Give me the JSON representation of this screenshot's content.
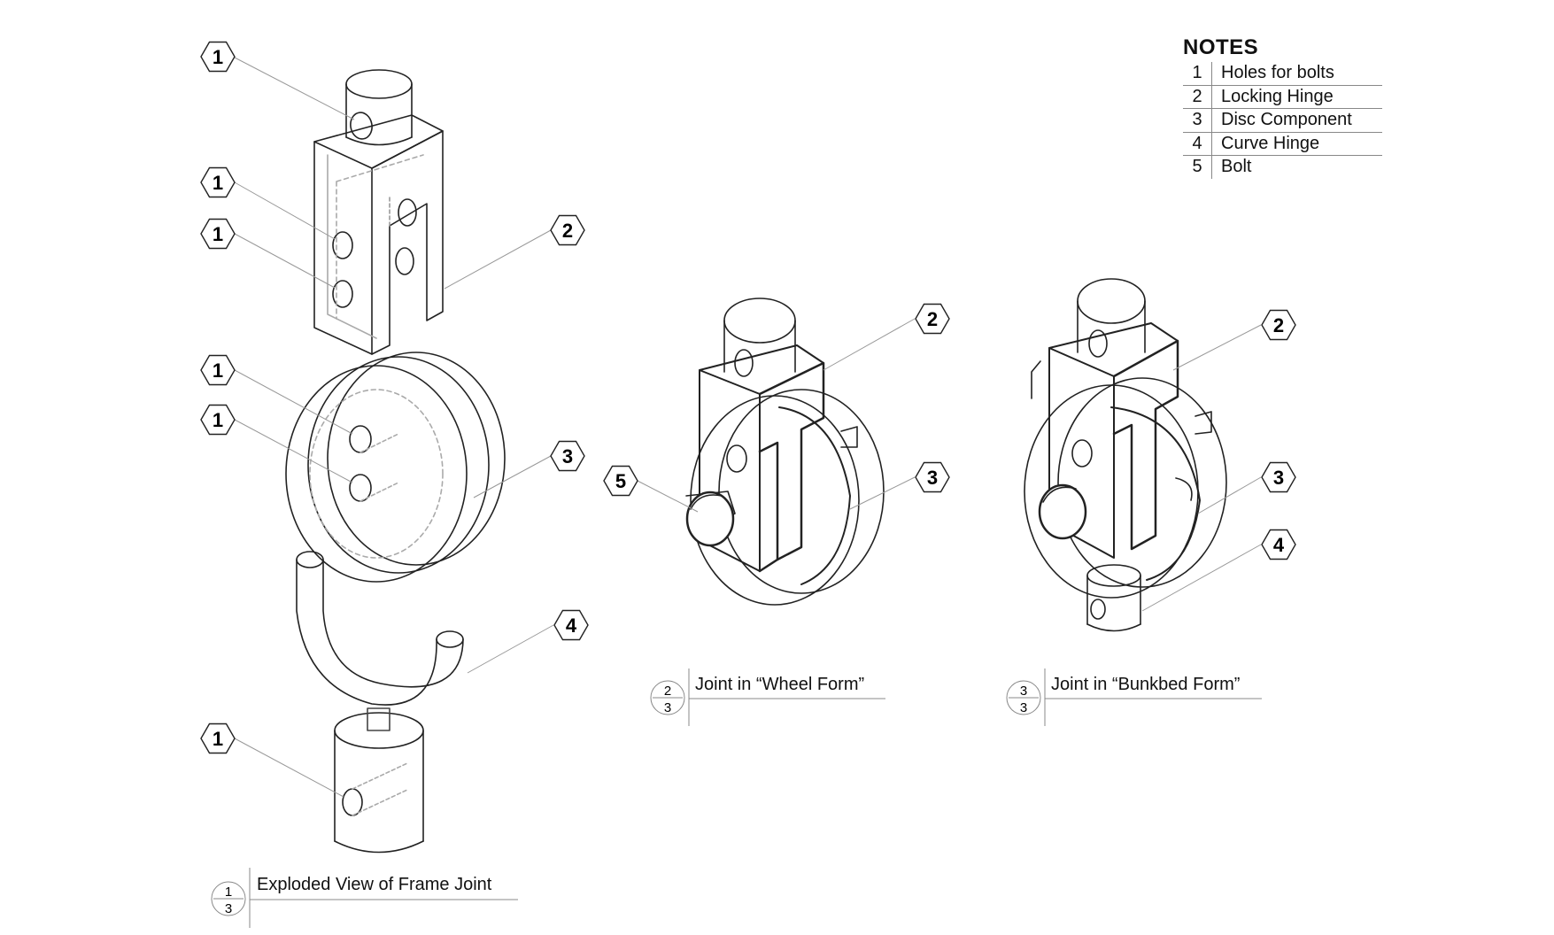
{
  "notes": {
    "title": "NOTES",
    "items": [
      {
        "num": "1",
        "label": "Holes for bolts"
      },
      {
        "num": "2",
        "label": "Locking Hinge"
      },
      {
        "num": "3",
        "label": "Disc Component"
      },
      {
        "num": "4",
        "label": "Curve Hinge"
      },
      {
        "num": "5",
        "label": "Bolt"
      }
    ]
  },
  "views": [
    {
      "title": "Exploded View of Frame Joint",
      "index": "1",
      "total": "3"
    },
    {
      "title": "Joint in “Wheel Form”",
      "index": "2",
      "total": "3"
    },
    {
      "title": "Joint in “Bunkbed Form”",
      "index": "3",
      "total": "3"
    }
  ],
  "callouts": {
    "exploded": [
      "1",
      "1",
      "1",
      "2",
      "1",
      "1",
      "3",
      "4",
      "1"
    ],
    "wheel": [
      "2",
      "3",
      "5"
    ],
    "bunkbed": [
      "2",
      "3",
      "4"
    ]
  }
}
